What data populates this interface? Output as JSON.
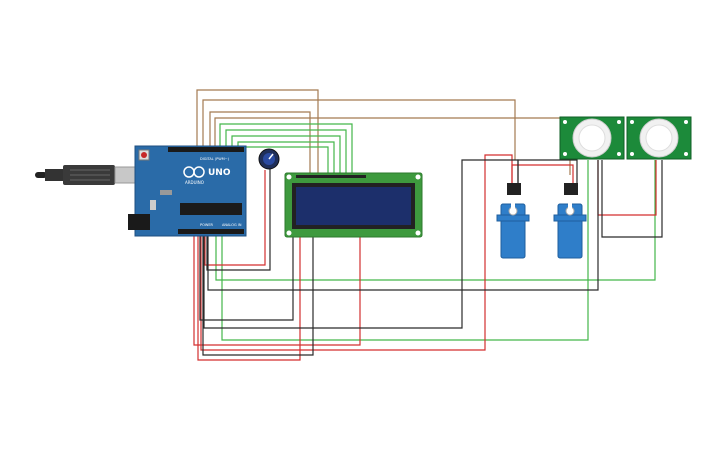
{
  "arduino": {
    "brand_label": "ARDUINO",
    "model_label": "UNO",
    "digital_label": "DIGITAL (PWM~)",
    "power_label": "POWER",
    "analog_label": "ANALOG IN"
  },
  "colors": {
    "board": "#2a6ba8",
    "board_dark": "#1f4f80",
    "lcd_pcb": "#3e9a3e",
    "lcd_screen": "#1c2f6b",
    "servo": "#2f7ec9",
    "pir_pcb": "#1c8a3a",
    "wire_brown": "#a47a52",
    "wire_green": "#43b64a",
    "wire_red": "#d32f2f",
    "wire_black": "#2b2b2b"
  }
}
